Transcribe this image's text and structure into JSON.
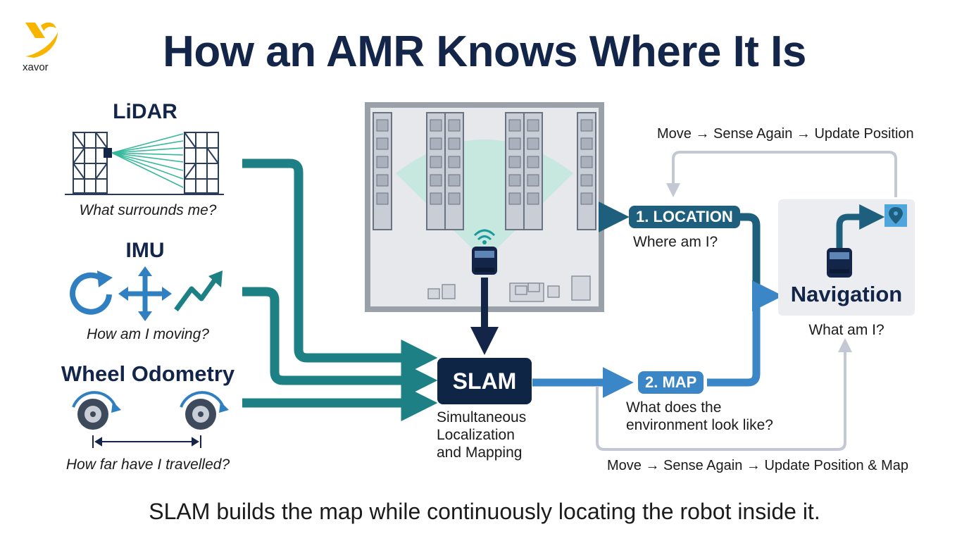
{
  "brand": {
    "name": "xavor"
  },
  "title": "How an AMR Knows Where It Is",
  "sensors": {
    "lidar": {
      "title": "LiDAR",
      "question": "What surrounds me?"
    },
    "imu": {
      "title": "IMU",
      "question": "How am I moving?"
    },
    "wheel": {
      "title": "Wheel Odometry",
      "question": "How far have I travelled?"
    }
  },
  "slam": {
    "label": "SLAM",
    "desc_line1": "Simultaneous",
    "desc_line2": "Localization",
    "desc_line3": "and Mapping"
  },
  "outputs": {
    "location": {
      "label": "1. LOCATION",
      "desc": "Where am I?"
    },
    "map": {
      "label": "2. MAP",
      "desc_line1": "What does the",
      "desc_line2": "environment look like?"
    }
  },
  "navigation": {
    "label": "Navigation",
    "desc": "What am I?"
  },
  "loops": {
    "top": "Move → Sense Again → Update Position",
    "bottom": "Move → Sense Again → Update Position & Map"
  },
  "footer": "SLAM builds the map while continuously locating the robot inside it.",
  "colors": {
    "navy": "#13264a",
    "slam_box": "#0f2546",
    "teal": "#1d8085",
    "blue": "#3a86c6",
    "dark_teal": "#1e5f7e",
    "warehouse_border": "#9aa0a8",
    "loop_gray": "#c3c8d2",
    "logo_yellow": "#f7b500"
  }
}
